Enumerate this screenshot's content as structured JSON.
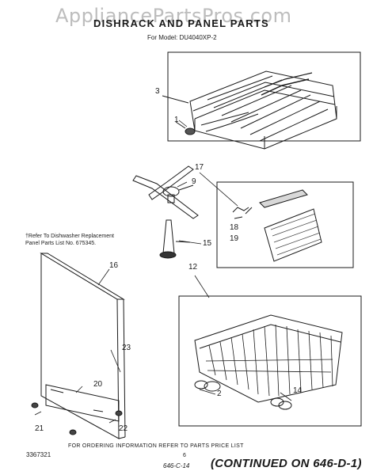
{
  "watermark": "AppliancePartsPros.com",
  "header": {
    "title": "DISHRACK AND PANEL PARTS",
    "model": "For Model: DU4040XP-2"
  },
  "note": {
    "line1": "†Refer To Dishwasher Replacement",
    "line2": "Panel Parts List No. 675345."
  },
  "parts": {
    "p1": "1",
    "p2": "2",
    "p3": "3",
    "p9": "9",
    "p12": "12",
    "p14": "14",
    "p15": "15",
    "p16": "16",
    "p17": "17",
    "p18": "18",
    "p19": "19",
    "p20": "20",
    "p21": "21",
    "p22": "22",
    "p23": "23"
  },
  "footer": {
    "ordering": "FOR ORDERING INFORMATION REFER TO PARTS PRICE LIST",
    "doc_number": "3367321",
    "page": "6",
    "handwritten": "646-C-14",
    "continued": "(CONTINUED ON 646-D-1)"
  }
}
